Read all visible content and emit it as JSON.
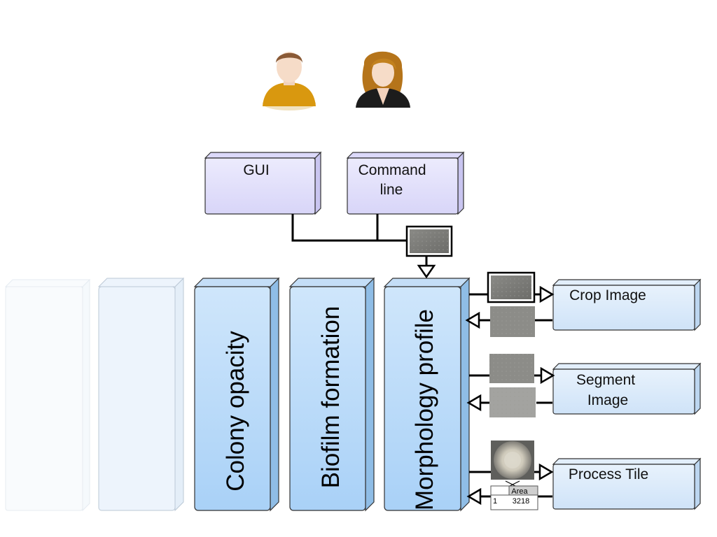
{
  "users": [
    {
      "name": "male-user-icon"
    },
    {
      "name": "female-user-icon"
    }
  ],
  "interfaces": {
    "gui": "GUI",
    "command_line": [
      "Command",
      "line"
    ]
  },
  "pillars": {
    "colony_opacity": "Colony opacity",
    "biofilm_formation": "Biofilm formation",
    "morphology_profile": "Morphology profile"
  },
  "processes": {
    "crop_image": "Crop Image",
    "segment_image": [
      "Segment",
      "Image"
    ],
    "process_tile": "Process Tile"
  },
  "result_table": {
    "header": "Area",
    "row_index": "1",
    "row_value": "3218"
  },
  "colors": {
    "interface_fill": "#e2e0fb",
    "pillar_fill": "#b8d9f8",
    "process_fill": "#d9eafb",
    "connector": "#000000"
  }
}
